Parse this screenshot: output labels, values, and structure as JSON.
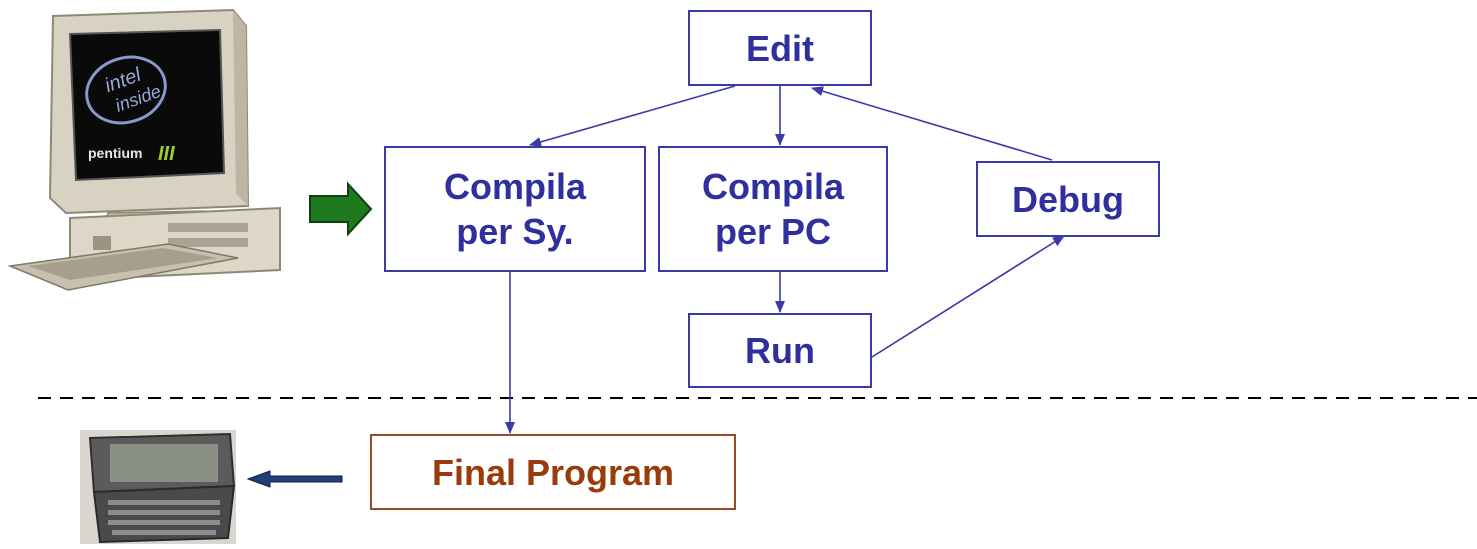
{
  "nodes": {
    "edit": "Edit",
    "compila_sy": [
      "Compila",
      "per Sy."
    ],
    "compila_pc": [
      "Compila",
      "per PC"
    ],
    "debug": "Debug",
    "run": "Run",
    "final": "Final Program"
  },
  "images": {
    "pc_logo_lines": [
      "intel",
      "inside"
    ],
    "pc_brand": "pentium",
    "pc_brand_mark": "III"
  },
  "colors": {
    "node_text": "#2f2f9e",
    "node_border": "#3a3aa8",
    "final_text": "#9a3b0c",
    "final_border": "#9a4a24",
    "green_arrow": "#1f7a1f",
    "navy_arrow": "#1e3f78",
    "edge": "#3a3aa8",
    "separator": "#000000"
  },
  "icons": {
    "pc": "desktop-computer-icon",
    "handheld": "handheld-device-icon"
  }
}
